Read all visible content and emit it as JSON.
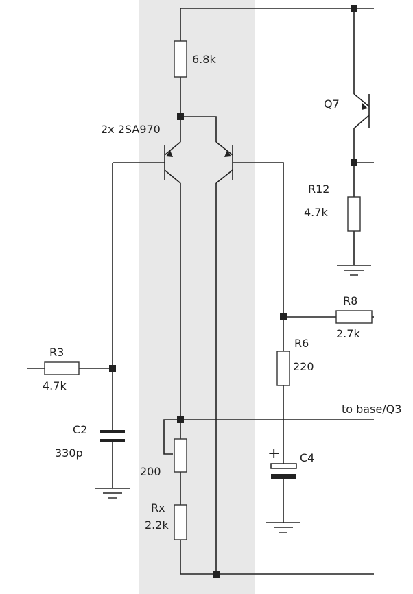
{
  "labels": {
    "r_top_value": "6.8k",
    "transistor_pair": "2x 2SA970",
    "q7": "Q7",
    "r12_name": "R12",
    "r12_value": "4.7k",
    "r8_name": "R8",
    "r8_value": "2.7k",
    "r6_name": "R6",
    "r6_value": "220",
    "r3_name": "R3",
    "r3_value": "4.7k",
    "c2_name": "C2",
    "c2_value": "330p",
    "to_base": "to base/Q3",
    "c4_name": "C4",
    "c4_plus": "+",
    "pot_value": "200",
    "rx_name": "Rx",
    "rx_value": "2.2k"
  },
  "colors": {
    "highlight_band": "#e8e8e8",
    "wire": "#222222"
  }
}
